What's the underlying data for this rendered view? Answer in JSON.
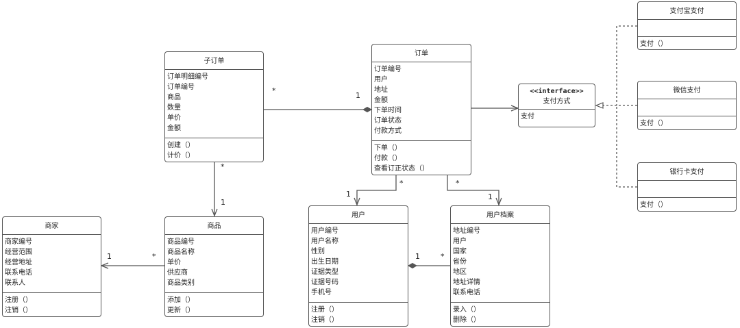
{
  "classes": {
    "sub_order": {
      "name": "子订单",
      "attributes": [
        "订单明细编号",
        "订单编号",
        "商品",
        "数量",
        "单价",
        "金额"
      ],
      "methods": [
        "创建（）",
        "计价（）"
      ]
    },
    "order": {
      "name": "订单",
      "attributes": [
        "订单编号",
        "用户",
        "地址",
        "金额",
        "下单时间",
        "订单状态",
        "付款方式"
      ],
      "methods": [
        "下单（）",
        "付款（）",
        "查看订正状态（）"
      ]
    },
    "payment": {
      "stereotype": "<<interface>>",
      "name": "支付方式",
      "methods": [
        "支付"
      ]
    },
    "alipay": {
      "name": "支付宝支付",
      "methods": [
        "支付（）"
      ]
    },
    "wechat": {
      "name": "微信支付",
      "methods": [
        "支付（）"
      ]
    },
    "bankcard": {
      "name": "银行卡支付",
      "methods": [
        "支付（）"
      ]
    },
    "merchant": {
      "name": "商家",
      "attributes": [
        "商家编号",
        "经营范围",
        "经营地址",
        "联系电话",
        "联系人"
      ],
      "methods": [
        "注册（）",
        "注销（）"
      ]
    },
    "product": {
      "name": "商品",
      "attributes": [
        "商品编号",
        "商品名称",
        "单价",
        "供应商",
        "商品类别"
      ],
      "methods": [
        "添加（）",
        "更新（）"
      ]
    },
    "user": {
      "name": "用户",
      "attributes": [
        "用户编号",
        "用户名称",
        "性别",
        "出生日期",
        "证据类型",
        "证据号码",
        "手机号"
      ],
      "methods": [
        "注册（）",
        "注销（）"
      ]
    },
    "profile": {
      "name": "用户档案",
      "attributes": [
        "地址编号",
        "用户",
        "国家",
        "省份",
        "地区",
        "地址详情",
        "联系电话"
      ],
      "methods": [
        "录入（）",
        "删除（）"
      ]
    }
  },
  "multiplicities": {
    "suborder_order_many": "*",
    "suborder_order_one": "1",
    "suborder_product_many": "*",
    "suborder_product_one": "1",
    "product_merchant_many": "*",
    "product_merchant_one": "1",
    "order_user_many": "*",
    "order_user_one": "1",
    "order_profile_many": "*",
    "order_profile_one": "1",
    "profile_user_many": "*",
    "profile_user_one": "1"
  }
}
